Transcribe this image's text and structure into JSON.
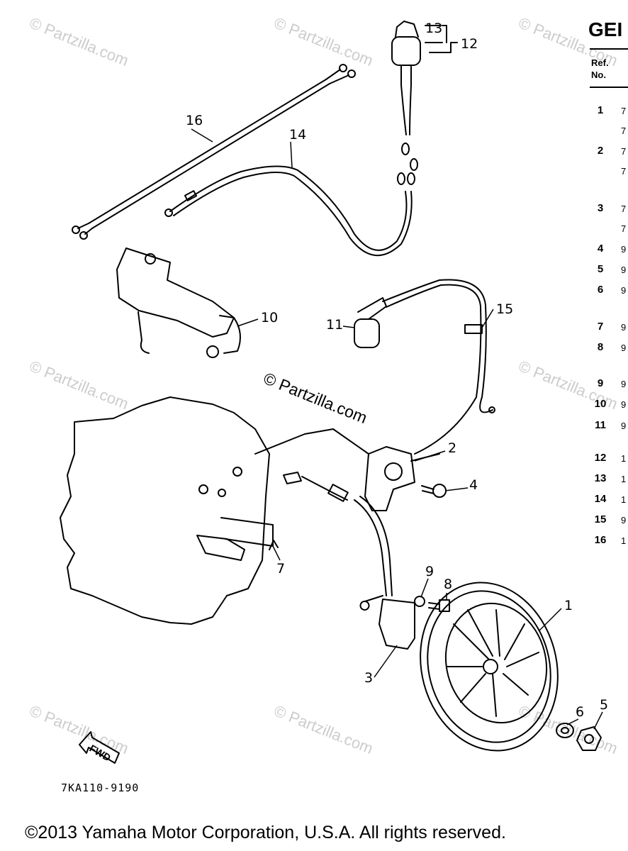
{
  "title_fragment": "GEI",
  "table_header": {
    "ref": "Ref.",
    "no": "No."
  },
  "rows": [
    {
      "ref": "1",
      "parts": [
        "7",
        "7"
      ]
    },
    {
      "ref": "2",
      "parts": [
        "7",
        "7"
      ]
    },
    {
      "ref": "3",
      "parts": [
        "7",
        "7"
      ]
    },
    {
      "ref": "4",
      "parts": [
        "9"
      ]
    },
    {
      "ref": "5",
      "parts": [
        "9"
      ]
    },
    {
      "ref": "6",
      "parts": [
        "9"
      ]
    },
    {
      "ref": "7",
      "parts": [
        "9"
      ]
    },
    {
      "ref": "8",
      "parts": [
        "9"
      ]
    },
    {
      "ref": "9",
      "parts": [
        "9"
      ]
    },
    {
      "ref": "10",
      "parts": [
        "9"
      ]
    },
    {
      "ref": "11",
      "parts": [
        "9"
      ]
    },
    {
      "ref": "12",
      "parts": [
        "1"
      ]
    },
    {
      "ref": "13",
      "parts": [
        "1"
      ]
    },
    {
      "ref": "14",
      "parts": [
        "1"
      ]
    },
    {
      "ref": "15",
      "parts": [
        "9"
      ]
    },
    {
      "ref": "16",
      "parts": [
        "1"
      ]
    }
  ],
  "callouts": [
    "1",
    "2",
    "3",
    "4",
    "5",
    "6",
    "7",
    "8",
    "9",
    "10",
    "11",
    "12",
    "13",
    "14",
    "15",
    "16"
  ],
  "fwd_label": "FWD",
  "drawing_code": "7KA110-9190",
  "watermark_center": "© Partzilla.com",
  "watermark_tile": "© Partzilla.com",
  "copyright": "©2013 Yamaha Motor Corporation, U.S.A. All rights reserved."
}
